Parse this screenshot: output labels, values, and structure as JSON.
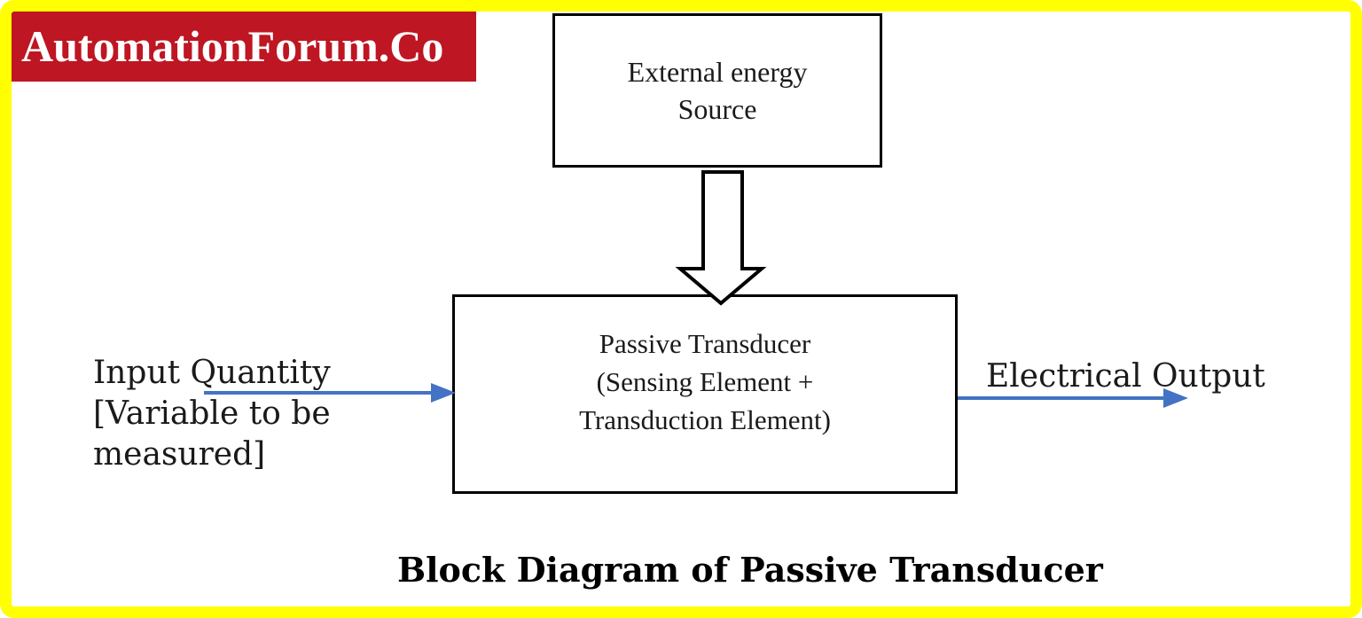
{
  "frame": {
    "border_color": "#FFFF00"
  },
  "banner": {
    "label": "AutomationForum.Co",
    "bg_color": "#BE1622",
    "text_color": "#FFFFFF"
  },
  "diagram": {
    "external_box": {
      "line1": "External energy",
      "line2": "Source"
    },
    "transducer_box": {
      "line1": "Passive Transducer",
      "line2": "(Sensing Element +",
      "line3": "Transduction Element)"
    },
    "input_label": {
      "line1": "Input Quantity",
      "line2": "[Variable to be",
      "line3": "measured]"
    },
    "output_label": {
      "text": "Electrical Output"
    },
    "arrow_color": "#4472C4",
    "box_border_color": "#000000"
  },
  "caption": {
    "text": "Block Diagram of Passive Transducer"
  }
}
